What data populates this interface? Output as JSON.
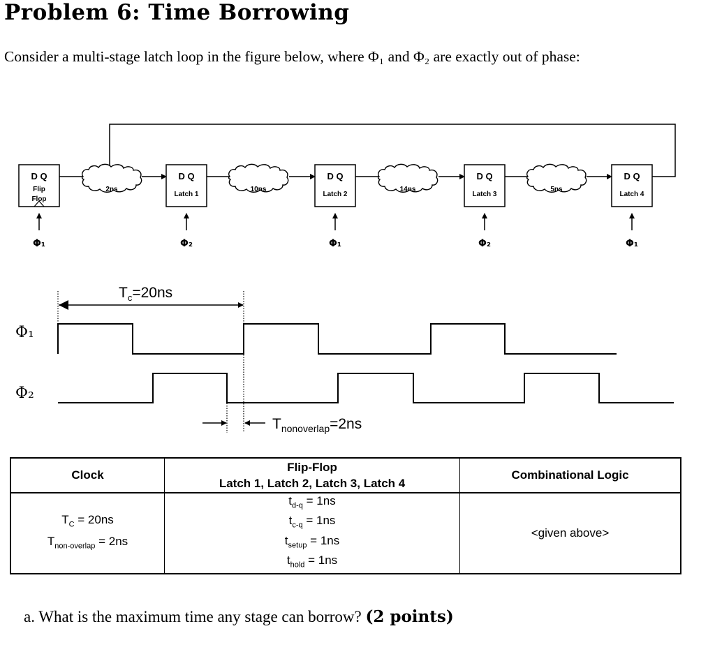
{
  "title": "Problem 6: Time Borrowing",
  "intro": {
    "text_a": "Consider a multi-stage latch loop in the figure below, where ",
    "phi1": "Φ₁",
    "text_b": " and ",
    "phi2": "Φ₂",
    "text_c": " are exactly out of phase:"
  },
  "circuit": {
    "elements": [
      {
        "pins": "D Q",
        "name_1": "Flip",
        "name_2": "Flop",
        "clock": "Φ₁"
      },
      {
        "pins": "D Q",
        "name_1": "Latch 1",
        "name_2": "",
        "clock": "Φ₂"
      },
      {
        "pins": "D Q",
        "name_1": "Latch 2",
        "name_2": "",
        "clock": "Φ₁"
      },
      {
        "pins": "D Q",
        "name_1": "Latch 3",
        "name_2": "",
        "clock": "Φ₂"
      },
      {
        "pins": "D Q",
        "name_1": "Latch 4",
        "name_2": "",
        "clock": "Φ₁"
      }
    ],
    "logic_delays": [
      "2ns",
      "10ns",
      "14ns",
      "5ns"
    ]
  },
  "timing": {
    "period_label": "T",
    "period_sub": "c",
    "period_value": "=20ns",
    "phi1_label": "Φ₁",
    "phi2_label": "Φ₂",
    "nonoverlap_label": "T",
    "nonoverlap_sub": "nonoverlap",
    "nonoverlap_value": "=2ns"
  },
  "table": {
    "headers": {
      "clock": "Clock",
      "flipflop_1": "Flip-Flop",
      "flipflop_2": "Latch 1, Latch 2, Latch 3, Latch 4",
      "logic": "Combinational Logic"
    },
    "clock_params": [
      {
        "sym": "T",
        "sub": "C",
        "val": " = 20ns"
      },
      {
        "sym": "T",
        "sub": "non-overlap",
        "val": " = 2ns"
      }
    ],
    "ff_params": [
      {
        "sym": "t",
        "sub": "d-q",
        "val": " = 1ns"
      },
      {
        "sym": "t",
        "sub": "c-q",
        "val": " = 1ns"
      },
      {
        "sym": "t",
        "sub": "setup",
        "val": " = 1ns"
      },
      {
        "sym": "t",
        "sub": "hold",
        "val": " = 1ns"
      }
    ],
    "logic_value": "<given above>"
  },
  "question": {
    "text": "a. What is the maximum time any stage can borrow? ",
    "points": "(2 points)"
  }
}
